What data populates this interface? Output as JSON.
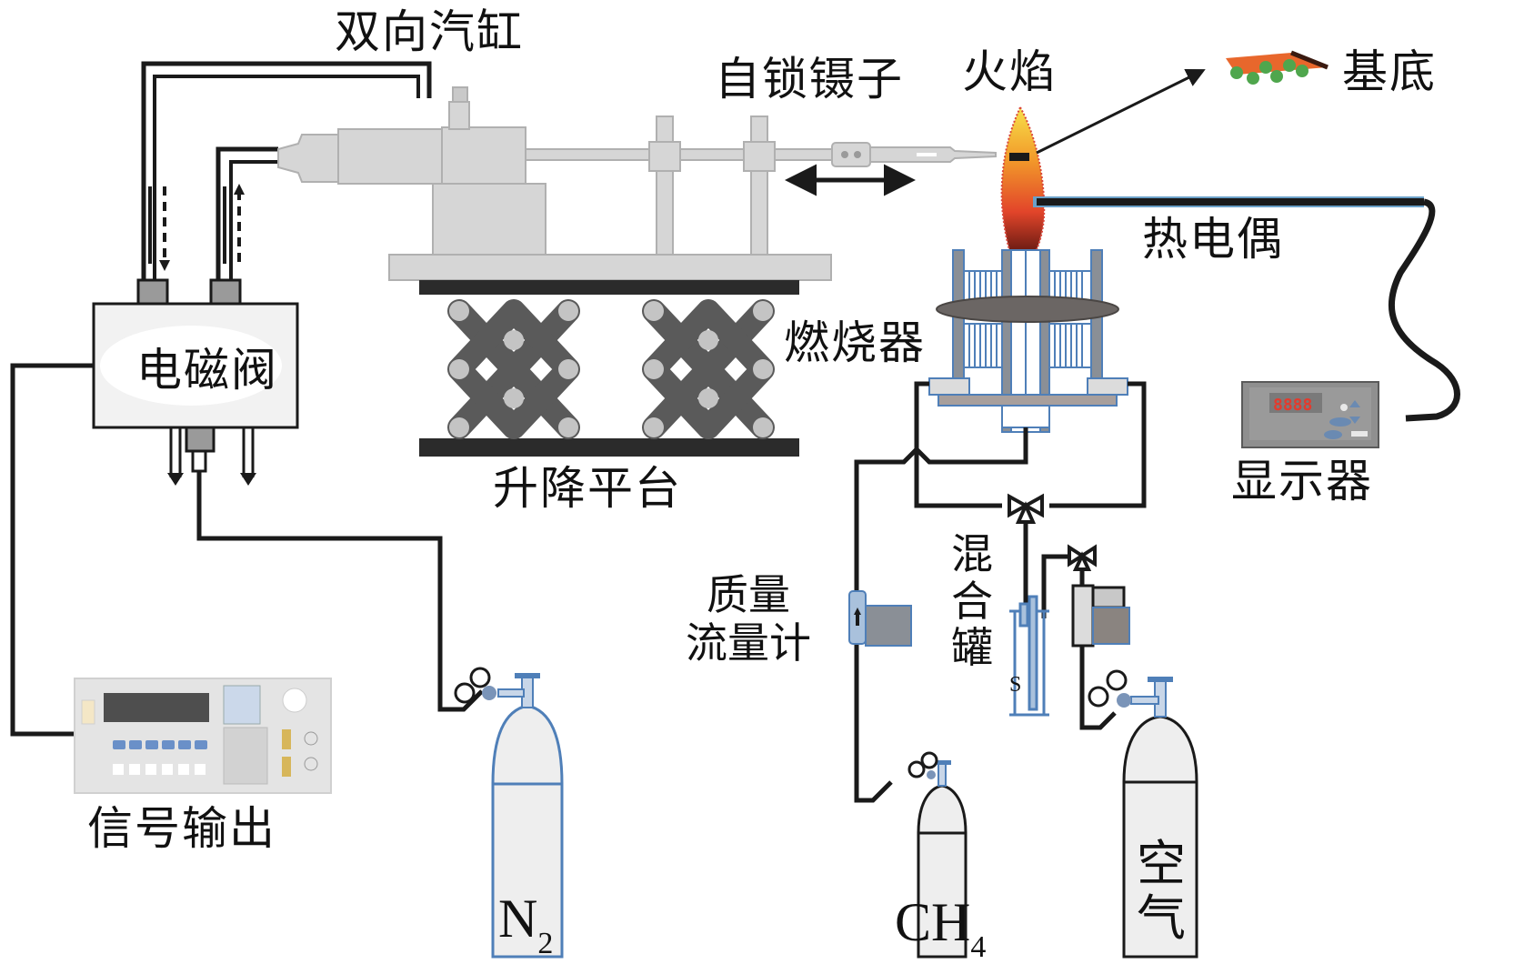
{
  "figure": {
    "type": "experimental apparatus schematic",
    "theme": "flame synthesis setup with lifting platform, pneumatic cylinder and gas supply"
  },
  "labels": {
    "cylinder": "双向汽缸",
    "tweezers": "自锁镊子",
    "flame": "火焰",
    "substrate": "基底",
    "thermocouple": "热电偶",
    "solenoid_valve": "电磁阀",
    "lifting_platform": "升降平台",
    "burner": "燃烧器",
    "display": "显示器",
    "signal_output": "信号输出",
    "mass_flow_meter_line1": "质量",
    "mass_flow_meter_line2": "流量计",
    "mixing_tank": "混合罐",
    "mixing_tank_mark": "S"
  },
  "gas_cylinders": [
    {
      "id": "n2",
      "formula": "N",
      "subscript": "2"
    },
    {
      "id": "ch4",
      "formula": "CH",
      "subscript": "4"
    },
    {
      "id": "air",
      "label": "空气"
    }
  ],
  "colors": {
    "line": "#1a1a1a",
    "equipment_gray": "#d4d4d4",
    "equipment_edge": "#a9a9a9",
    "scissor_gray": "#5f5f5f",
    "scissor_joint": "#c2c2c2",
    "burner_blue": "#4f7fb8",
    "burner_gray": "#8a8f96",
    "flame_top": "#f6d23a",
    "flame_mid": "#f08a25",
    "flame_bottom": "#6b1a12",
    "substrate_orange": "#e8672c",
    "substrate_green": "#4fa64d",
    "display_red": "#e23b2e",
    "cylinder_fill": "#eeeeee"
  }
}
